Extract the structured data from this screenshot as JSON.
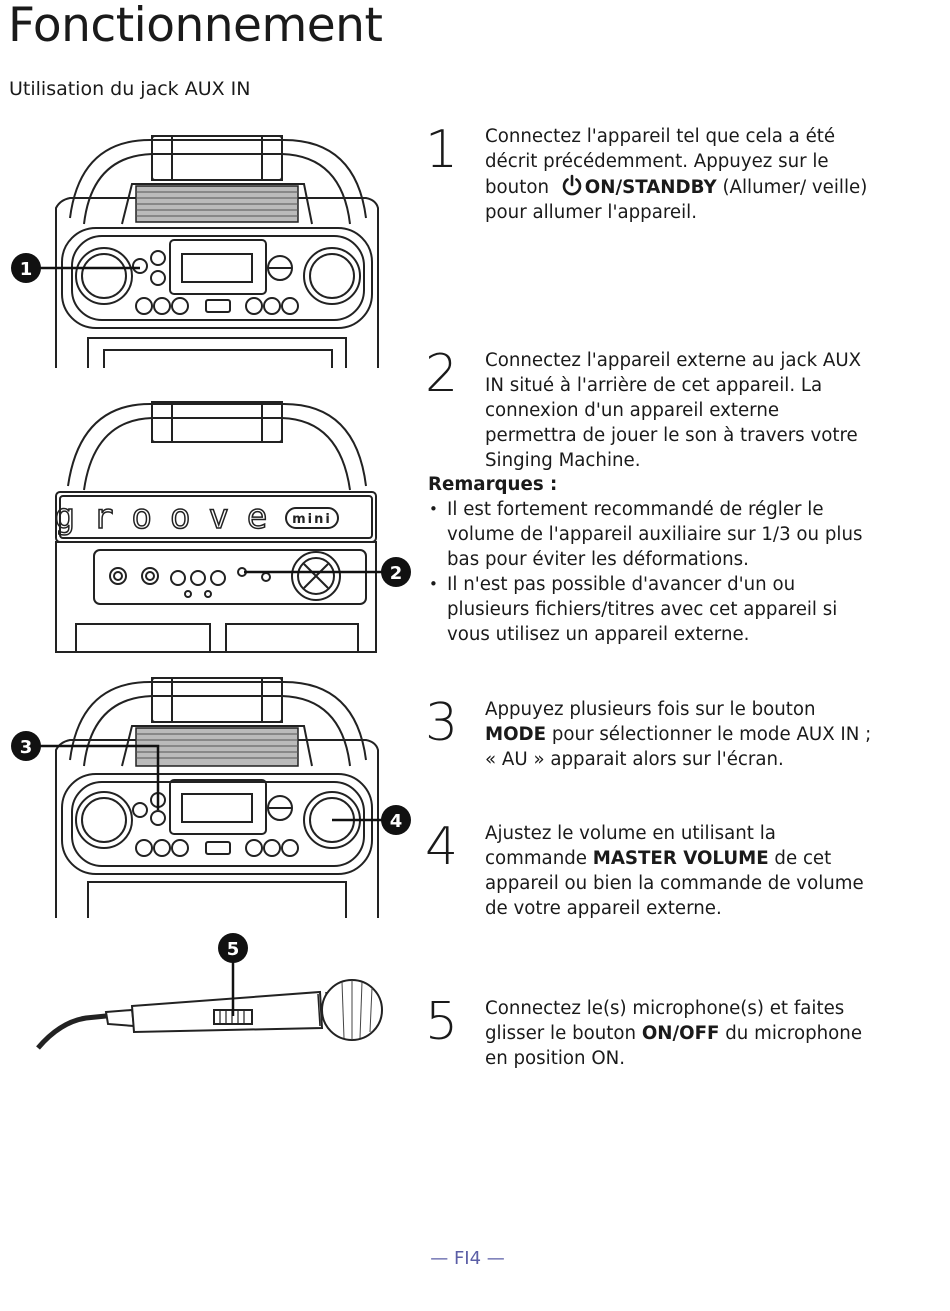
{
  "page": {
    "title": "Fonctionnement",
    "subtitle": "Utilisation du jack AUX IN",
    "footer": "— FI4 —"
  },
  "steps": [
    {
      "number": "1",
      "parts": [
        "Connectez l'appareil tel que cela a été décrit précédemment. Appuyez sur le bouton",
        "ON/STANDBY",
        " (Allumer/ veille) pour allumer l'appareil."
      ]
    },
    {
      "number": "2",
      "text": "Connectez l'appareil externe au jack AUX IN situé à l'arrière de cet appareil. La connexion d'un appareil externe permettra de jouer le son à travers votre Singing Machine."
    },
    {
      "number": "3",
      "parts": [
        "Appuyez plusieurs fois sur le bouton ",
        "MODE",
        " pour sélectionner le mode AUX IN ; « AU » apparait alors sur l'écran."
      ]
    },
    {
      "number": "4",
      "parts": [
        "Ajustez le volume en utilisant la commande ",
        "MASTER VOLUME",
        " de cet appareil ou bien la commande de volume de votre appareil externe."
      ]
    },
    {
      "number": "5",
      "parts": [
        "Connectez le(s) microphone(s) et faites glisser le bouton ",
        "ON/OFF",
        " du microphone en position ON."
      ]
    }
  ],
  "remarks": {
    "title": "Remarques :",
    "items": [
      "Il est fortement recommandé de régler le volume de l'appareil auxiliaire sur 1/3 ou plus bas pour éviter les déformations.",
      "Il n'est pas possible d'avancer d'un ou plusieurs fichiers/titres avec cet appareil si vous utilisez un appareil externe."
    ]
  },
  "illustrations": {
    "callouts": [
      "1",
      "2",
      "3",
      "4",
      "5"
    ],
    "brand_text": "groove",
    "brand_badge": "mini"
  },
  "icons": {
    "power": "power-icon"
  },
  "colors": {
    "footer": "#5b5ea6",
    "text": "#1a1a1a"
  }
}
